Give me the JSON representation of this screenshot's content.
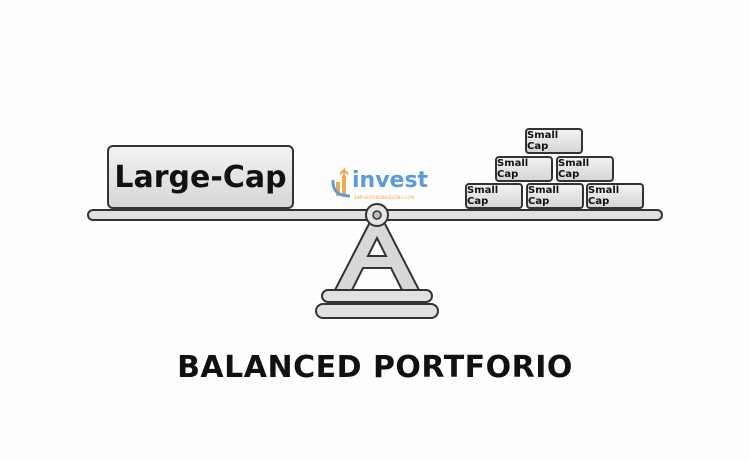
{
  "title": "BALANCED PORTFORIO",
  "left_pan": {
    "label": "Large-Cap"
  },
  "right_pan": {
    "labels": [
      "Small Cap",
      "Small Cap",
      "Small Cap",
      "Small Cap",
      "Small Cap",
      "Small Cap"
    ]
  },
  "logo": {
    "word": "invest",
    "tagline": "SIMPLESTANDINVESTING.COM"
  },
  "colors": {
    "logo_blue": "#5a9be0",
    "logo_orange": "#f2a84b",
    "outline": "#333333",
    "fill": "#dcdcdc"
  }
}
